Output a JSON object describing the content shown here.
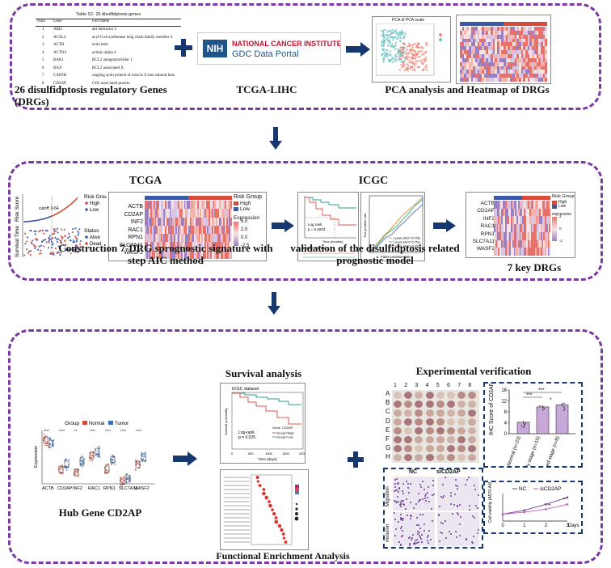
{
  "colors": {
    "panel_border": "#7b3aa3",
    "arrow": "#17386e",
    "plus": "#17386e",
    "high": "#d84a3a",
    "low": "#3a5aa8"
  },
  "panel1": {
    "table": {
      "title": "Table S1. 26 disulfidptosis genes",
      "headers": [
        "Num",
        "Gene",
        "Full Name"
      ],
      "rows": [
        [
          "1",
          "ABI2",
          "abl interactor 2"
        ],
        [
          "2",
          "ACSL4",
          "acyl-CoA synthetase long chain family member 4"
        ],
        [
          "3",
          "ACTB",
          "actin beta"
        ],
        [
          "4",
          "ACTN4",
          "actinin alpha 4"
        ],
        [
          "5",
          "BAK1",
          "BCL2 antagonist/killer 1"
        ],
        [
          "6",
          "BAX",
          "BCL2 associated X"
        ],
        [
          "7",
          "CAPZB",
          "capping actin protein of muscle Z-line subunit beta"
        ],
        [
          "8",
          "CD2AP",
          "CD2 associated protein"
        ]
      ]
    },
    "caption_genes": "26 disulfidptosis regulatory Genes (DRGs)",
    "gdc": {
      "nih": "NIH",
      "line1": "NATIONAL CANCER INSTITUTE",
      "line2": "GDC Data Portal"
    },
    "caption_tcga": "TCGA-LIHC",
    "pca_title": "PCA of PCA scale",
    "caption_pca": "PCA analysis and Heatmap of DRGs"
  },
  "panel2": {
    "label_tcga": "TCGA",
    "label_icgc": "ICGC",
    "risk_plot": {
      "ylabel_top": "Risk Score",
      "ylabel_bottom": "Survival Time",
      "legend_risk_title": "Risk Group",
      "legend_risk": [
        "High",
        "Low"
      ],
      "legend_status_title": "Status",
      "legend_status": [
        "Alive",
        "Dead"
      ],
      "cutoff_label": "cutoff: 0.64"
    },
    "heatmap1": {
      "genes": [
        "ACTB",
        "CD2AP",
        "INF2",
        "RAC1",
        "RPN1",
        "SLC7A11",
        "WASF2"
      ],
      "legend_group_title": "Risk Group",
      "legend_group": [
        "High",
        "Low"
      ],
      "legend_expr_title": "Expression",
      "legend_expr_ticks": [
        "5.0",
        "2.5",
        "0.0",
        "-2.5"
      ]
    },
    "km_icgc": {
      "stats": "Log rank\np = 0.0003",
      "xlabel": "Time (months)",
      "risk_table": "Number at risk"
    },
    "roc_icgc": {
      "legend": [
        "1 years (AUC=0.705)",
        "2 years (AUC=0.751)",
        "3 years (AUC=0.703)"
      ],
      "xlabel": "False positive rate",
      "ylabel": "True positive rate"
    },
    "heatmap2": {
      "genes": [
        "ACTB",
        "CD2AP",
        "INF2",
        "RAC1",
        "RPN1",
        "SLC7A11",
        "WASF2"
      ],
      "legend_group_title": "Risk Group",
      "legend_group": [
        "High",
        "Low"
      ],
      "legend_expr_title": "expression",
      "legend_expr_ticks": [
        "2",
        "0",
        "-2"
      ]
    },
    "caption_construct": "Construction 7-DRG sprognostic signature with step AIC method",
    "caption_validate": "validation of the disulfidptosis related prognostic model",
    "caption_key": "7 key DRGs"
  },
  "panel3": {
    "boxplot": {
      "legend_title": "Group",
      "legend": [
        "Normal",
        "Tumor"
      ],
      "ylabel": "Expression",
      "genes": [
        "ACTB",
        "CD2AP",
        "INF2",
        "RAC1",
        "RPN1",
        "SLC7A11",
        "WASF2"
      ],
      "signif": [
        "****",
        "****",
        "**",
        "****",
        "****",
        "****",
        "****"
      ]
    },
    "caption_hub": "Hub Gene CD2AP",
    "survival_title": "Survival analysis",
    "km": {
      "dataset": "ICGC dataset",
      "stats": "Log-rank\np = 0.025",
      "legend_title": "Gene: CD2AP",
      "legend": [
        "Group=High",
        "Group=Low"
      ],
      "xlabel": "Time (days)",
      "ylabel": "Survival probability",
      "xticks": [
        "0",
        "500",
        "1000",
        "1500",
        "2000"
      ]
    },
    "caption_func": "Functional Enrichment Analysis",
    "experimental_title": "Experimental verification",
    "tma": {
      "cols": [
        "1",
        "2",
        "3",
        "4",
        "5",
        "6",
        "7",
        "8"
      ],
      "rows": [
        "A",
        "B",
        "C",
        "D",
        "E",
        "F",
        "G",
        "H"
      ]
    },
    "ihc_bar": {
      "ylabel": "IHC Score of CD2AP",
      "yticks": [
        "0",
        "4",
        "8",
        "12",
        "16"
      ],
      "signif": [
        "***",
        "***",
        "*"
      ],
      "categories": [
        "Normal (n=23)",
        "Early stage (n=15)",
        "Advanced stage (n=8)"
      ],
      "values": [
        4.2,
        9.8,
        10.6
      ]
    },
    "assay": {
      "cols": [
        "NC",
        "siCD2AP"
      ],
      "rows": [
        "Migration",
        "Invasion"
      ]
    },
    "viability": {
      "legend": [
        "NC",
        "siCD2AP"
      ],
      "ylabel": "Cell viability (A570-A450)",
      "xlabel": "Days",
      "xticks": [
        "0",
        "1",
        "2",
        "3"
      ],
      "signif": [
        "**",
        "**"
      ],
      "nc": [
        0.35,
        0.55,
        0.85,
        1.2
      ],
      "si": [
        0.35,
        0.45,
        0.6,
        0.85
      ]
    }
  }
}
